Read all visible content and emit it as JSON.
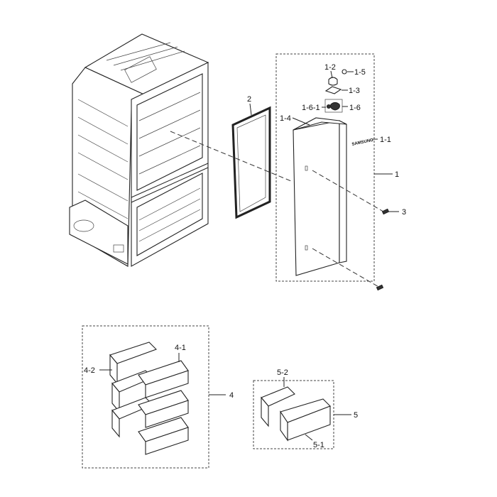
{
  "labels": {
    "door_assy": "1",
    "badge": "1-1",
    "hinge_cap": "1-2",
    "hinge_upper": "1-3",
    "door_handle": "1-4",
    "screw_1_5": "1-5",
    "cap_1_6": "1-6",
    "cap_1_6_1": "1-6-1",
    "gasket": "2",
    "screw_3": "3",
    "guard_assy": "4",
    "guard_4_1": "4-1",
    "guard_4_2": "4-2",
    "bin_assy": "5",
    "bin_5_1": "5-1",
    "bin_5_2": "5-2"
  },
  "badge_text": "SAMSUNG"
}
